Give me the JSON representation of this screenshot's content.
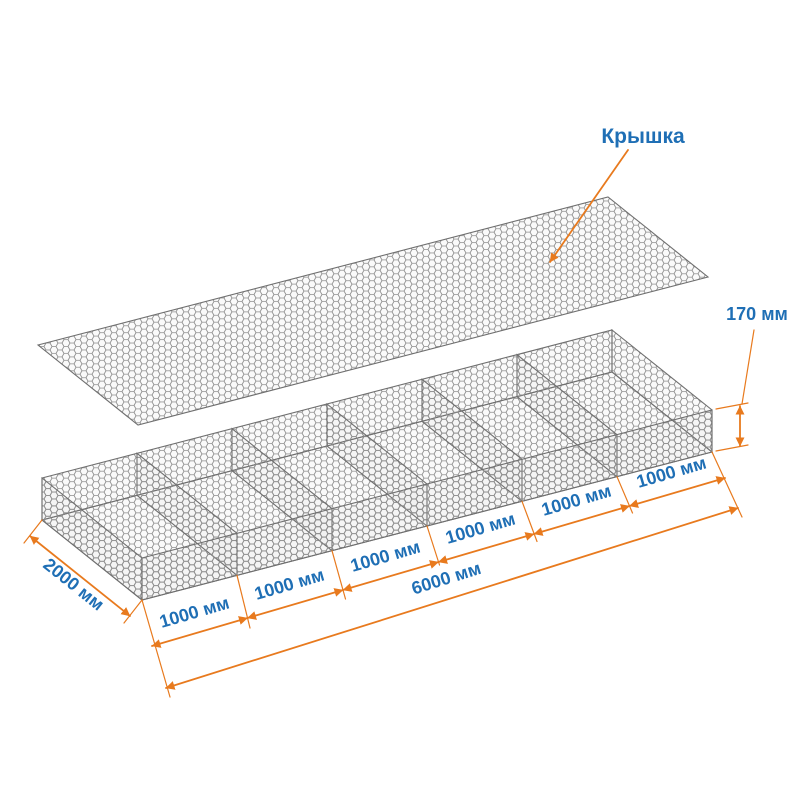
{
  "diagram": {
    "labels": {
      "lid": "Крышка",
      "height": "170 мм",
      "width": "2000 мм",
      "length": "6000 мм",
      "segments": [
        "1000 мм",
        "1000 мм",
        "1000 мм",
        "1000 мм",
        "1000 мм",
        "1000 мм"
      ]
    },
    "colors": {
      "dimension_lines": "#E87A1E",
      "labels_text": "#1F6FB5",
      "mesh": "#8D8D8D"
    },
    "compartment_count": 6
  }
}
